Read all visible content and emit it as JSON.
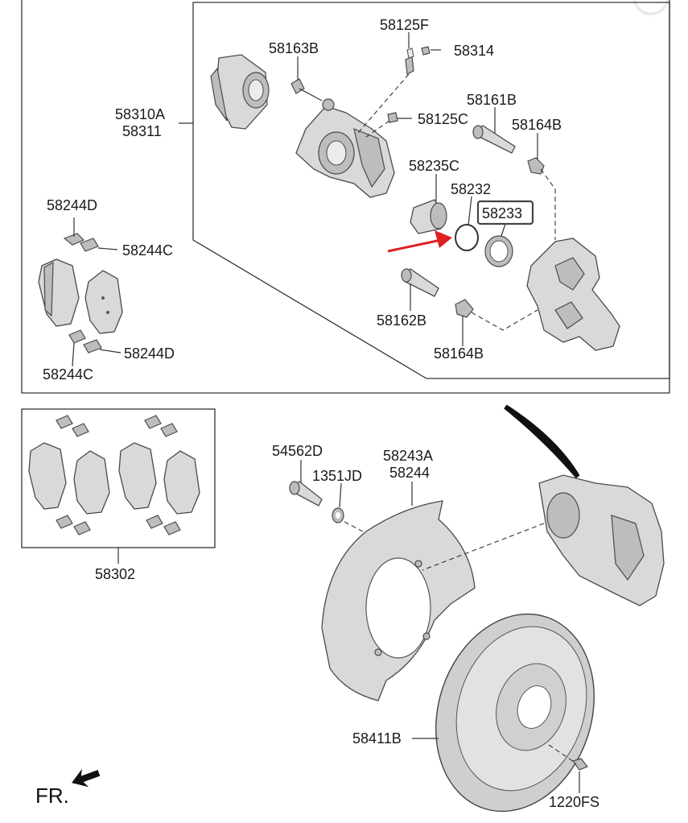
{
  "parts": {
    "p58310A": "58310A",
    "p58311": "58311",
    "p58163B": "58163B",
    "p58125F": "58125F",
    "p58314": "58314",
    "p58161B": "58161B",
    "p58125C": "58125C",
    "p58164B_top": "58164B",
    "p58235C": "58235C",
    "p58232": "58232",
    "p58233": "58233",
    "p58162B": "58162B",
    "p58164B_bottom": "58164B",
    "p58244D_top": "58244D",
    "p58244C_top": "58244C",
    "p58244D_bottom": "58244D",
    "p58244C_bottom": "58244C",
    "p58302": "58302",
    "p54562D": "54562D",
    "p1351JD": "1351JD",
    "p58243A": "58243A",
    "p58244": "58244",
    "p58411B": "58411B",
    "p1220FS": "1220FS"
  },
  "direction_label": "FR.",
  "colors": {
    "highlight_arrow": "#e02020",
    "line": "#333333",
    "part_fill": "#d9d9d9",
    "selected_box": "#444444"
  },
  "icons": {
    "front_arrow": "arrow-icon",
    "close": "close-icon"
  }
}
